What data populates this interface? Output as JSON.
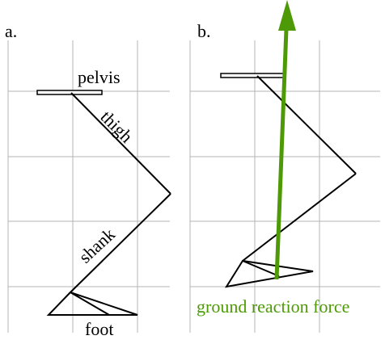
{
  "panels": [
    {
      "label": "a.",
      "segments": {
        "pelvis": "pelvis",
        "thigh": "thigh",
        "shank": "shank",
        "foot": "foot"
      }
    },
    {
      "label": "b.",
      "force_label": "ground reaction force"
    }
  ],
  "colors": {
    "grid": "#b4b4b4",
    "limb": "#000000",
    "force_arrow": "#4e9a06",
    "force_text": "#4e9a06"
  }
}
